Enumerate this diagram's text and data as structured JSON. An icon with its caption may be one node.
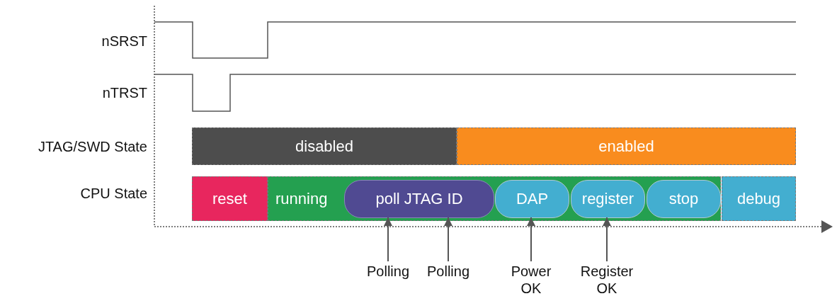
{
  "diagram": {
    "nodes": [
      {
        "text": [
          "disabled"
        ]
      },
      {
        "text": [
          "enabled"
        ]
      },
      {
        "text": [
          "reset"
        ]
      },
      {
        "text": [
          "running"
        ]
      },
      {
        "text": [
          "poll JTAG ID"
        ],
        "in": 3
      },
      {
        "text": [
          "DAP"
        ],
        "in": 3
      },
      {
        "text": [
          "register"
        ],
        "in": 3
      },
      {
        "text": [
          "stop"
        ],
        "in": 3
      },
      {
        "text": [
          "debug"
        ]
      },
      {
        "text": [
          "Polling"
        ]
      },
      {
        "text": [
          "Polling"
        ]
      },
      {
        "text": [
          "Power OK"
        ]
      },
      {
        "text": [
          "Register OK"
        ]
      }
    ],
    "edges": [
      {
        "from": 9,
        "to": 4,
        "arrow": "to"
      },
      {
        "from": 10,
        "to": 4,
        "arrow": "to"
      },
      {
        "from": 11,
        "to": 5,
        "arrow": "to"
      },
      {
        "from": 12,
        "to": 6,
        "arrow": "to"
      }
    ],
    "labels": [
      "nSRST",
      "nTRST",
      "JTAG/SWD State",
      "CPU State"
    ]
  }
}
